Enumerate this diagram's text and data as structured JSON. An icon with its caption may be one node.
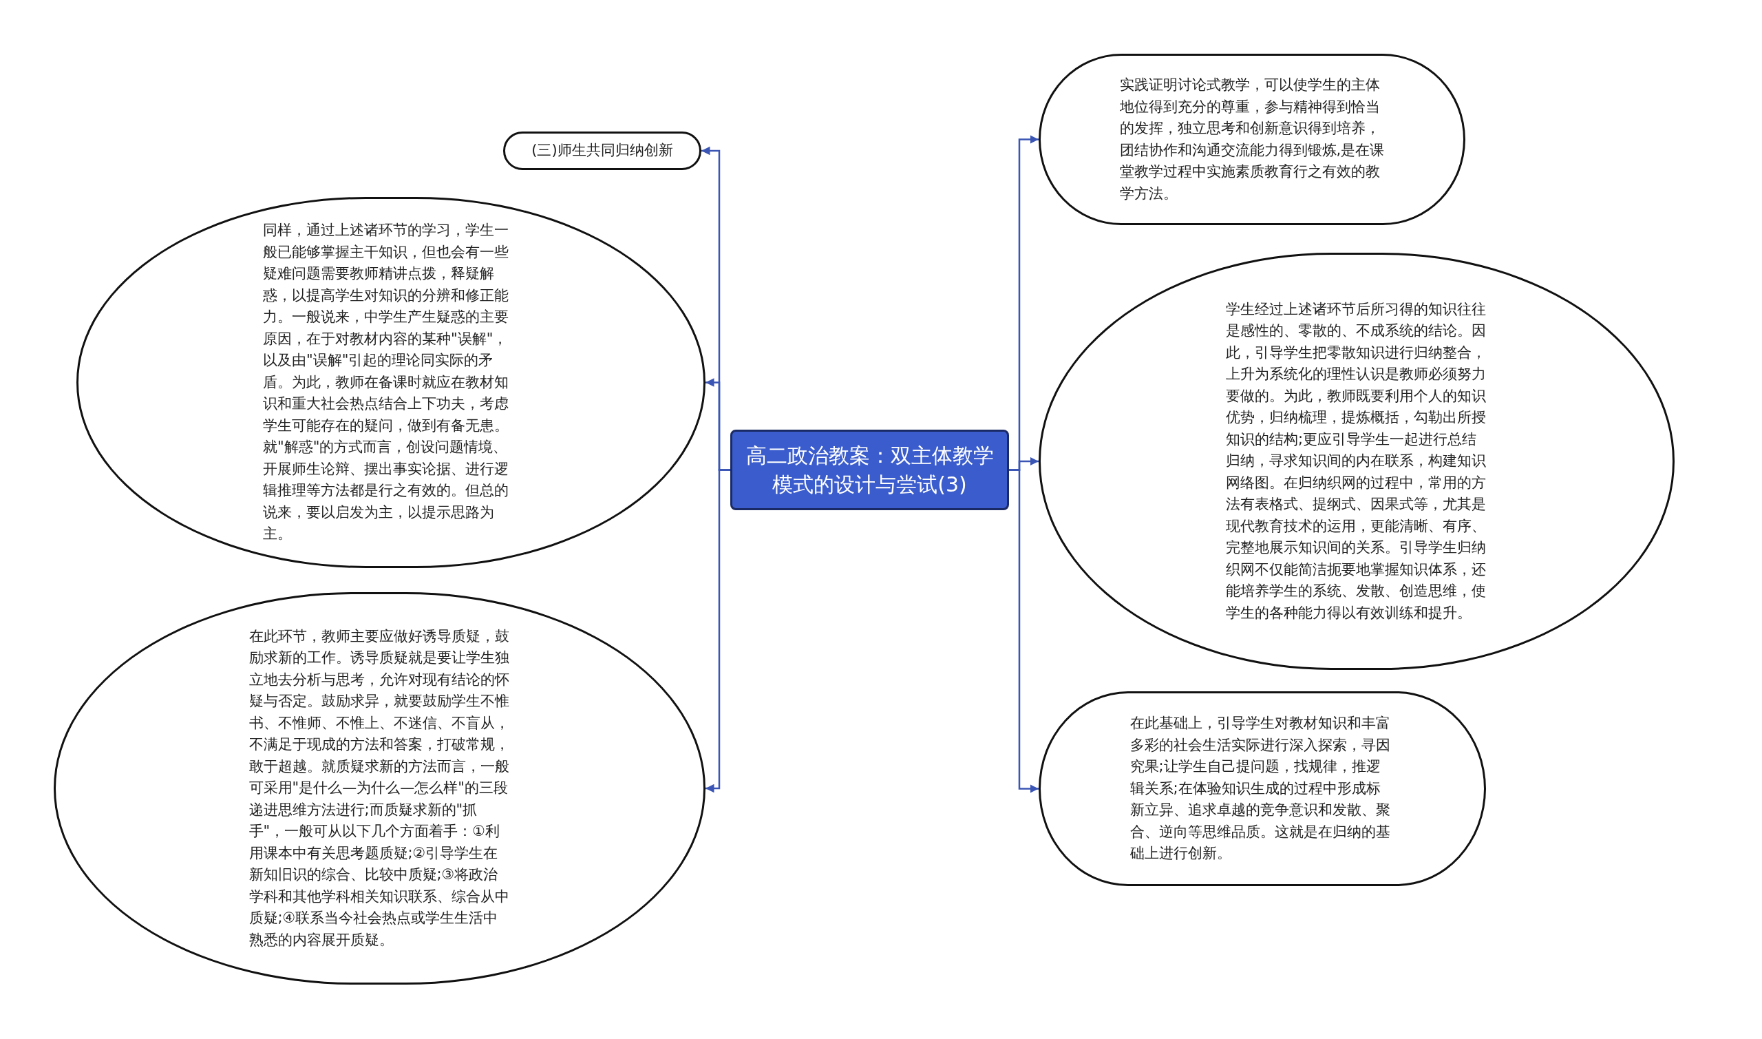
{
  "diagram": {
    "nodes": [
      {
        "text": [
          "高二政治教案：双主体教学模式的设计与尝试(3)"
        ]
      },
      {
        "text": [
          "(三)师生共同归纳创新"
        ]
      },
      {
        "text": [
          "同样，通过上述诸环节的学习，学生一般已能够掌握主干知识，但也会有一些疑难问题需要教师精讲点拨，释疑解惑，以提高学生对知识的分辨和修正能力。一般说来，中学生产生疑惑的主要原因，在于对教材内容的某种\"误解\"，以及由\"误解\"引起的理论同实际的矛盾。为此，教师在备课时就应在教材知识和重大社会热点结合上下功夫，考虑学生可能存在的疑问，做到有备无患。就\"解惑\"的方式而言，创设问题情境、开展师生论辩、摆出事实论据、进行逻辑推理等方法都是行之有效的。但总的说来，要以启发为主，以提示思路为主。"
        ]
      },
      {
        "text": [
          "在此环节，教师主要应做好诱导质疑，鼓励求新的工作。诱导质疑就是要让学生独立地去分析与思考，允许对现有结论的怀疑与否定。鼓励求异，就要鼓励学生不惟书、不惟师、不惟上、不迷信、不盲从，不满足于现成的方法和答案，打破常规，敢于超越。就质疑求新的方法而言，一般可采用\"是什么—为什么—怎么样\"的三段递进思维方法进行;而质疑求新的\"抓手\"，一般可从以下几个方面着手：①利用课本中有关思考题质疑;②引导学生在新知旧识的综合、比较中质疑;③将政治学科和其他学科相关知识联系、综合从中质疑;④联系当今社会热点或学生生活中熟悉的内容展开质疑。"
        ]
      },
      {
        "text": [
          "实践证明讨论式教学，可以使学生的主体地位得到充分的尊重，参与精神得到恰当的发挥，独立思考和创新意识得到培养，团结协作和沟通交流能力得到锻炼,是在课堂教学过程中实施素质教育行之有效的教学方法。"
        ]
      },
      {
        "text": [
          "学生经过上述诸环节后所习得的知识往往是感性的、零散的、不成系统的结论。因此，引导学生把零散知识进行归纳整合，上升为系统化的理性认识是教师必须努力要做的。为此，教师既要利用个人的知识优势，归纳梳理，提炼概括，勾勒出所授知识的结构;更应引导学生一起进行总结归纳，寻求知识间的内在联系，构建知识网络图。在归纳织网的过程中，常用的方法有表格式、提纲式、因果式等，尤其是现代教育技术的运用，更能清晰、有序、完整地展示知识间的关系。引导学生归纳织网不仅能简洁扼要地掌握知识体系，还能培养学生的系统、发散、创造思维，使学生的各种能力得以有效训练和提升。"
        ]
      },
      {
        "text": [
          "在此基础上，引导学生对教材知识和丰富多彩的社会生活实际进行深入探索，寻因究果;让学生自己提问题，找规律，推逻辑关系;在体验知识生成的过程中形成标新立异、追求卓越的竞争意识和发散、聚合、逆向等思维品质。这就是在归纳的基础上进行创新。"
        ]
      }
    ],
    "edges": [
      {
        "from": 0,
        "to": 1,
        "arrow": "to",
        "color": "#3a55b4"
      },
      {
        "from": 0,
        "to": 2,
        "arrow": "to",
        "color": "#3a55b4"
      },
      {
        "from": 0,
        "to": 3,
        "arrow": "to",
        "color": "#3a55b4"
      },
      {
        "from": 0,
        "to": 4,
        "arrow": "to",
        "color": "#3a55b4"
      },
      {
        "from": 0,
        "to": 5,
        "arrow": "to",
        "color": "#3a55b4"
      },
      {
        "from": 0,
        "to": 6,
        "arrow": "to",
        "color": "#3a55b4"
      }
    ]
  }
}
